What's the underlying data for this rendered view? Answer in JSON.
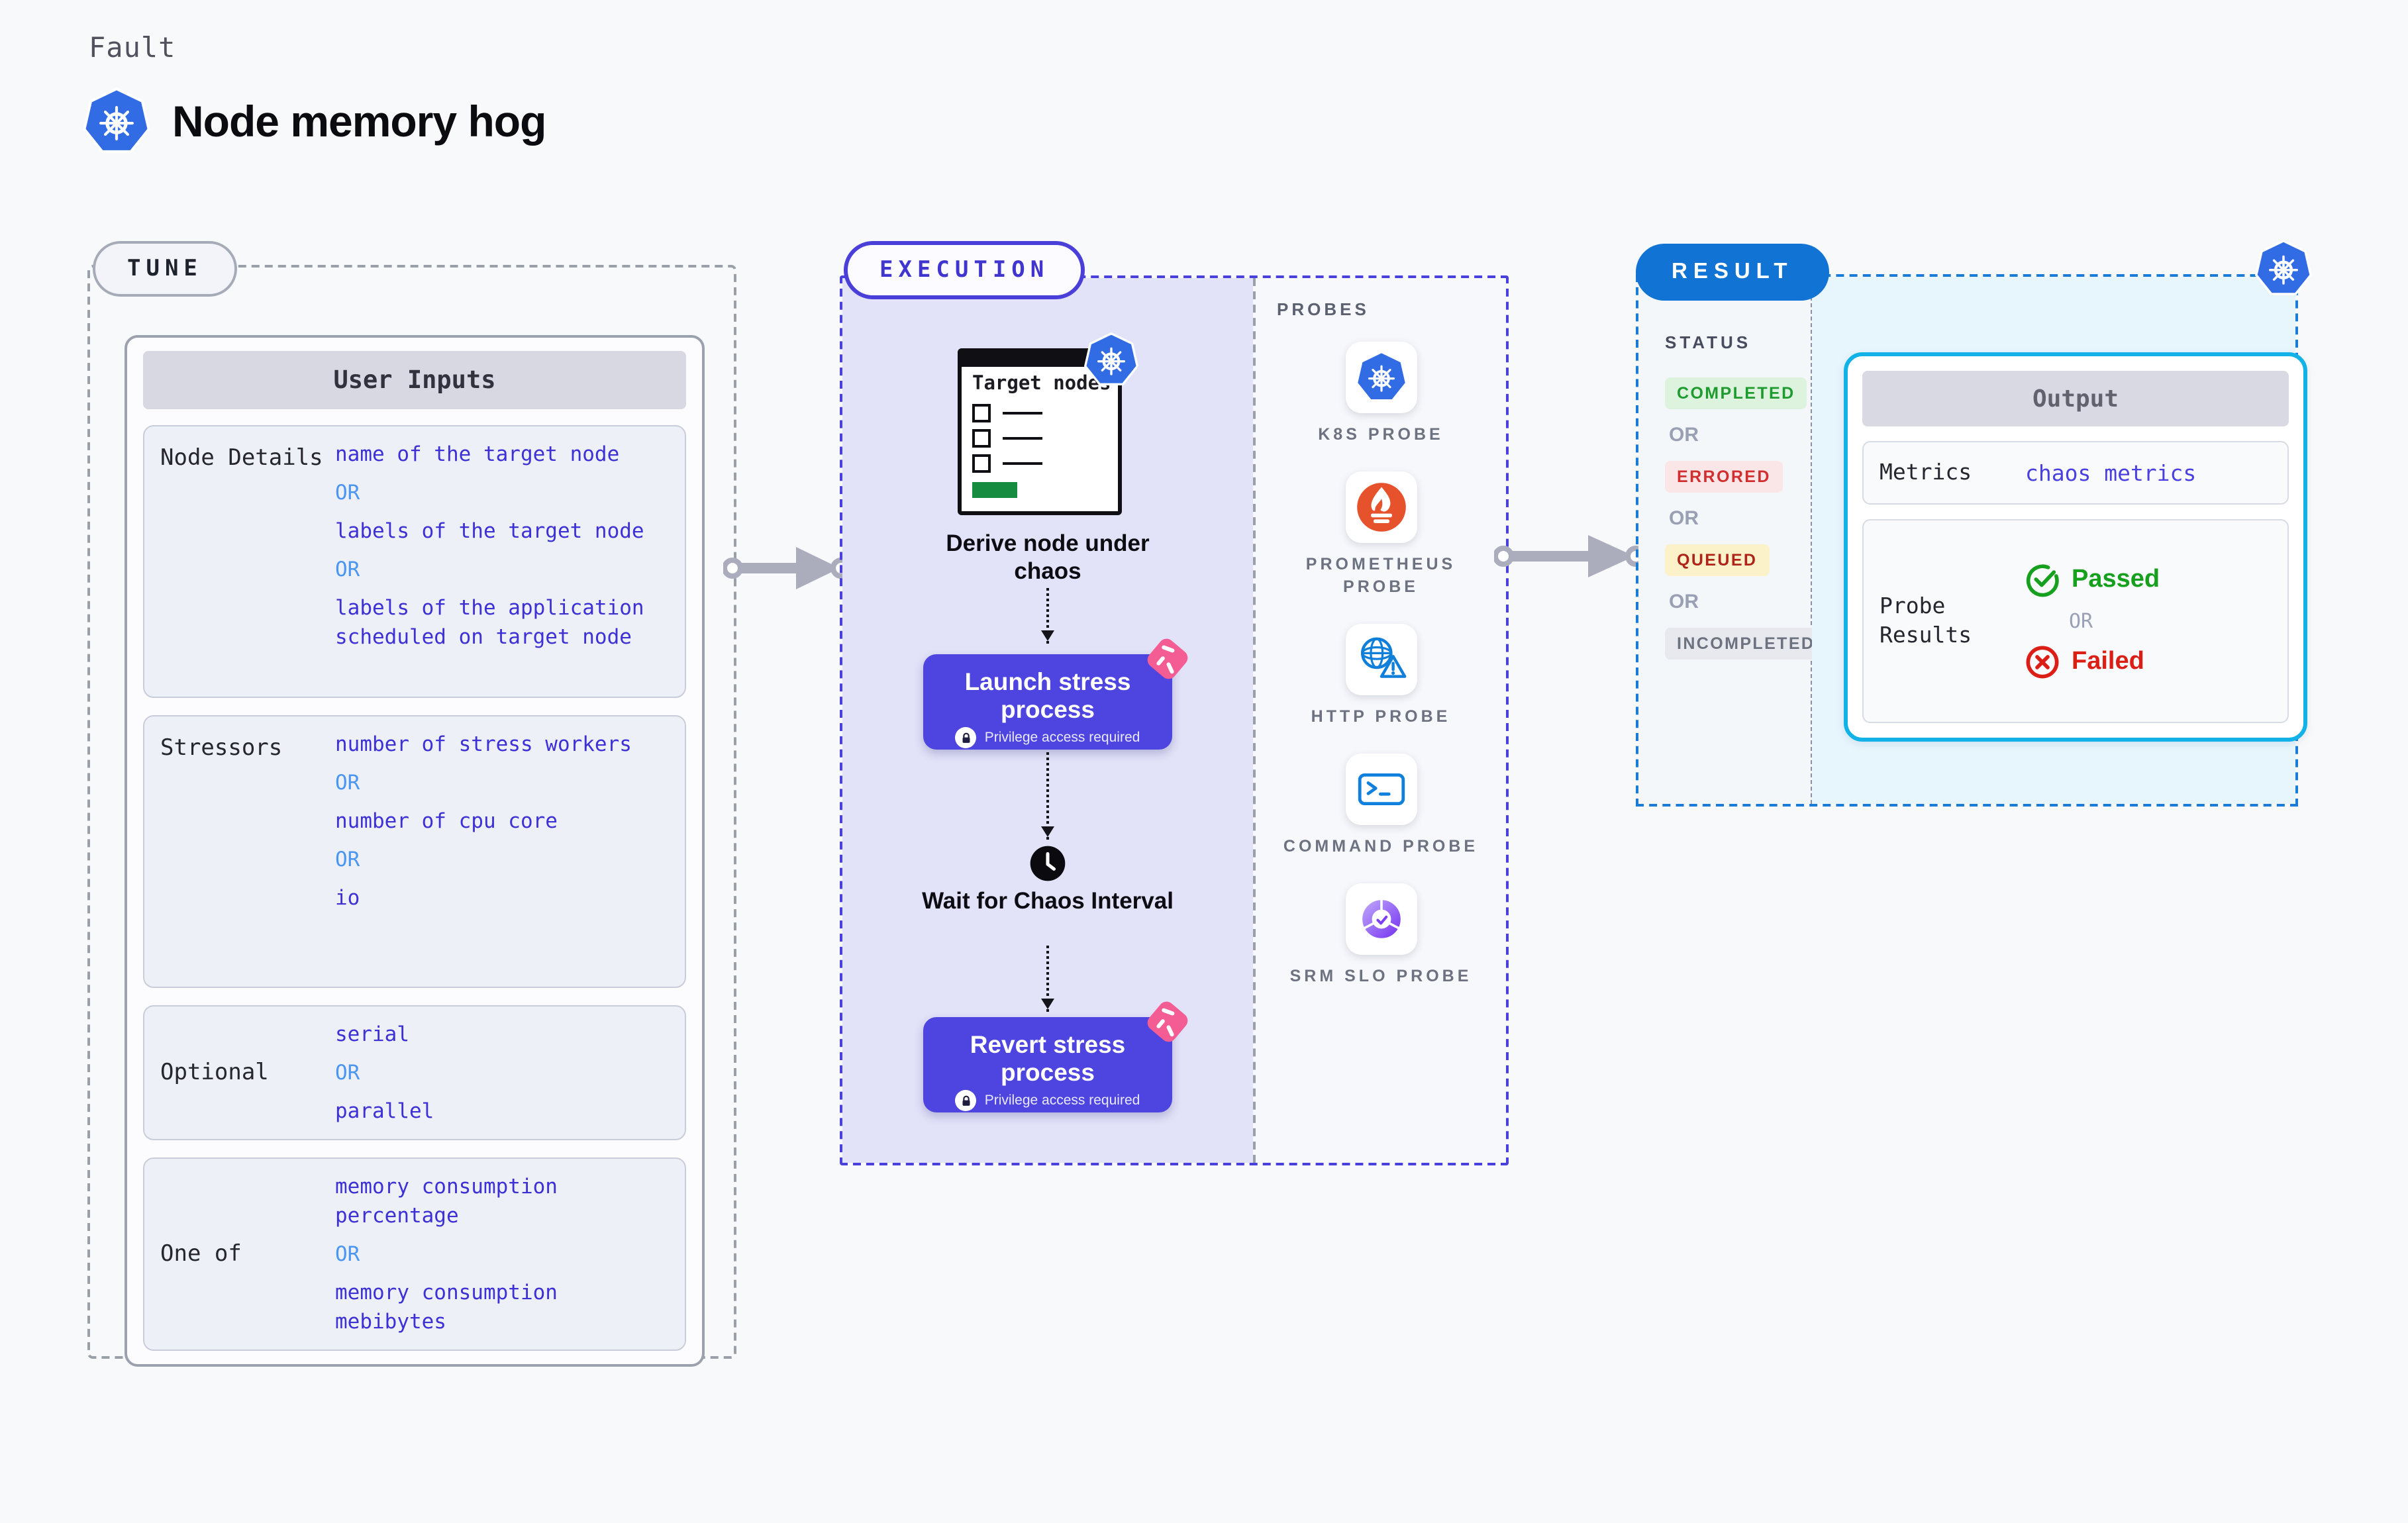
{
  "page": {
    "kicker": "Fault",
    "title": "Node memory hog"
  },
  "tune": {
    "badge": "TUNE",
    "card_title": "User Inputs",
    "or_label": "OR",
    "rows": [
      {
        "label": "Node Details",
        "options": [
          "name of the target node",
          "labels of the target node",
          "labels of the application scheduled on target node"
        ]
      },
      {
        "label": "Stressors",
        "options": [
          "number of stress workers",
          "number of cpu core",
          "io"
        ]
      },
      {
        "label": "Optional",
        "options": [
          "serial",
          "parallel"
        ]
      },
      {
        "label": "One of",
        "options": [
          "memory consumption percentage",
          "memory consumption mebibytes"
        ]
      }
    ]
  },
  "execution": {
    "badge": "EXECUTION",
    "target_window_title": "Target nodes",
    "steps": {
      "derive": "Derive node under chaos",
      "launch": "Launch stress process",
      "wait": "Wait for Chaos Interval",
      "revert": "Revert stress process",
      "privilege_note": "Privilege access required"
    }
  },
  "probes": {
    "title": "PROBES",
    "items": [
      {
        "label": "K8S PROBE",
        "icon": "kubernetes-icon"
      },
      {
        "label": "PROMETHEUS PROBE",
        "icon": "prometheus-icon"
      },
      {
        "label": "HTTP PROBE",
        "icon": "globe-warning-icon"
      },
      {
        "label": "COMMAND PROBE",
        "icon": "terminal-icon"
      },
      {
        "label": "SRM SLO PROBE",
        "icon": "slo-donut-icon"
      }
    ]
  },
  "result": {
    "badge": "RESULT",
    "status_title": "STATUS",
    "or_label": "OR",
    "statuses": [
      {
        "label": "COMPLETED",
        "fg": "#1d9b2f",
        "bg": "#def3dd"
      },
      {
        "label": "ERRORED",
        "fg": "#d12f2f",
        "bg": "#fae6e6"
      },
      {
        "label": "QUEUED",
        "fg": "#ae2418",
        "bg": "#fcf2c9"
      },
      {
        "label": "INCOMPLETED",
        "fg": "#6c7280",
        "bg": "#e8e9ef"
      }
    ],
    "output": {
      "title": "Output",
      "metrics_label": "Metrics",
      "metrics_value": "chaos metrics",
      "probe_results_label": "Probe Results",
      "passed": "Passed",
      "or_label": "OR",
      "failed": "Failed"
    }
  },
  "colors": {
    "accent_indigo": "#4e44e0",
    "accent_blue": "#1173d3",
    "accent_cyan": "#12b1e7",
    "accent_pink": "#f45d93",
    "kubernetes_blue": "#326ce5",
    "prometheus_orange": "#e6522c",
    "passed_green": "#17a01e",
    "failed_red": "#dc1f16",
    "or_blue": "#4b96f3",
    "value_indigo": "#3d31d6"
  }
}
